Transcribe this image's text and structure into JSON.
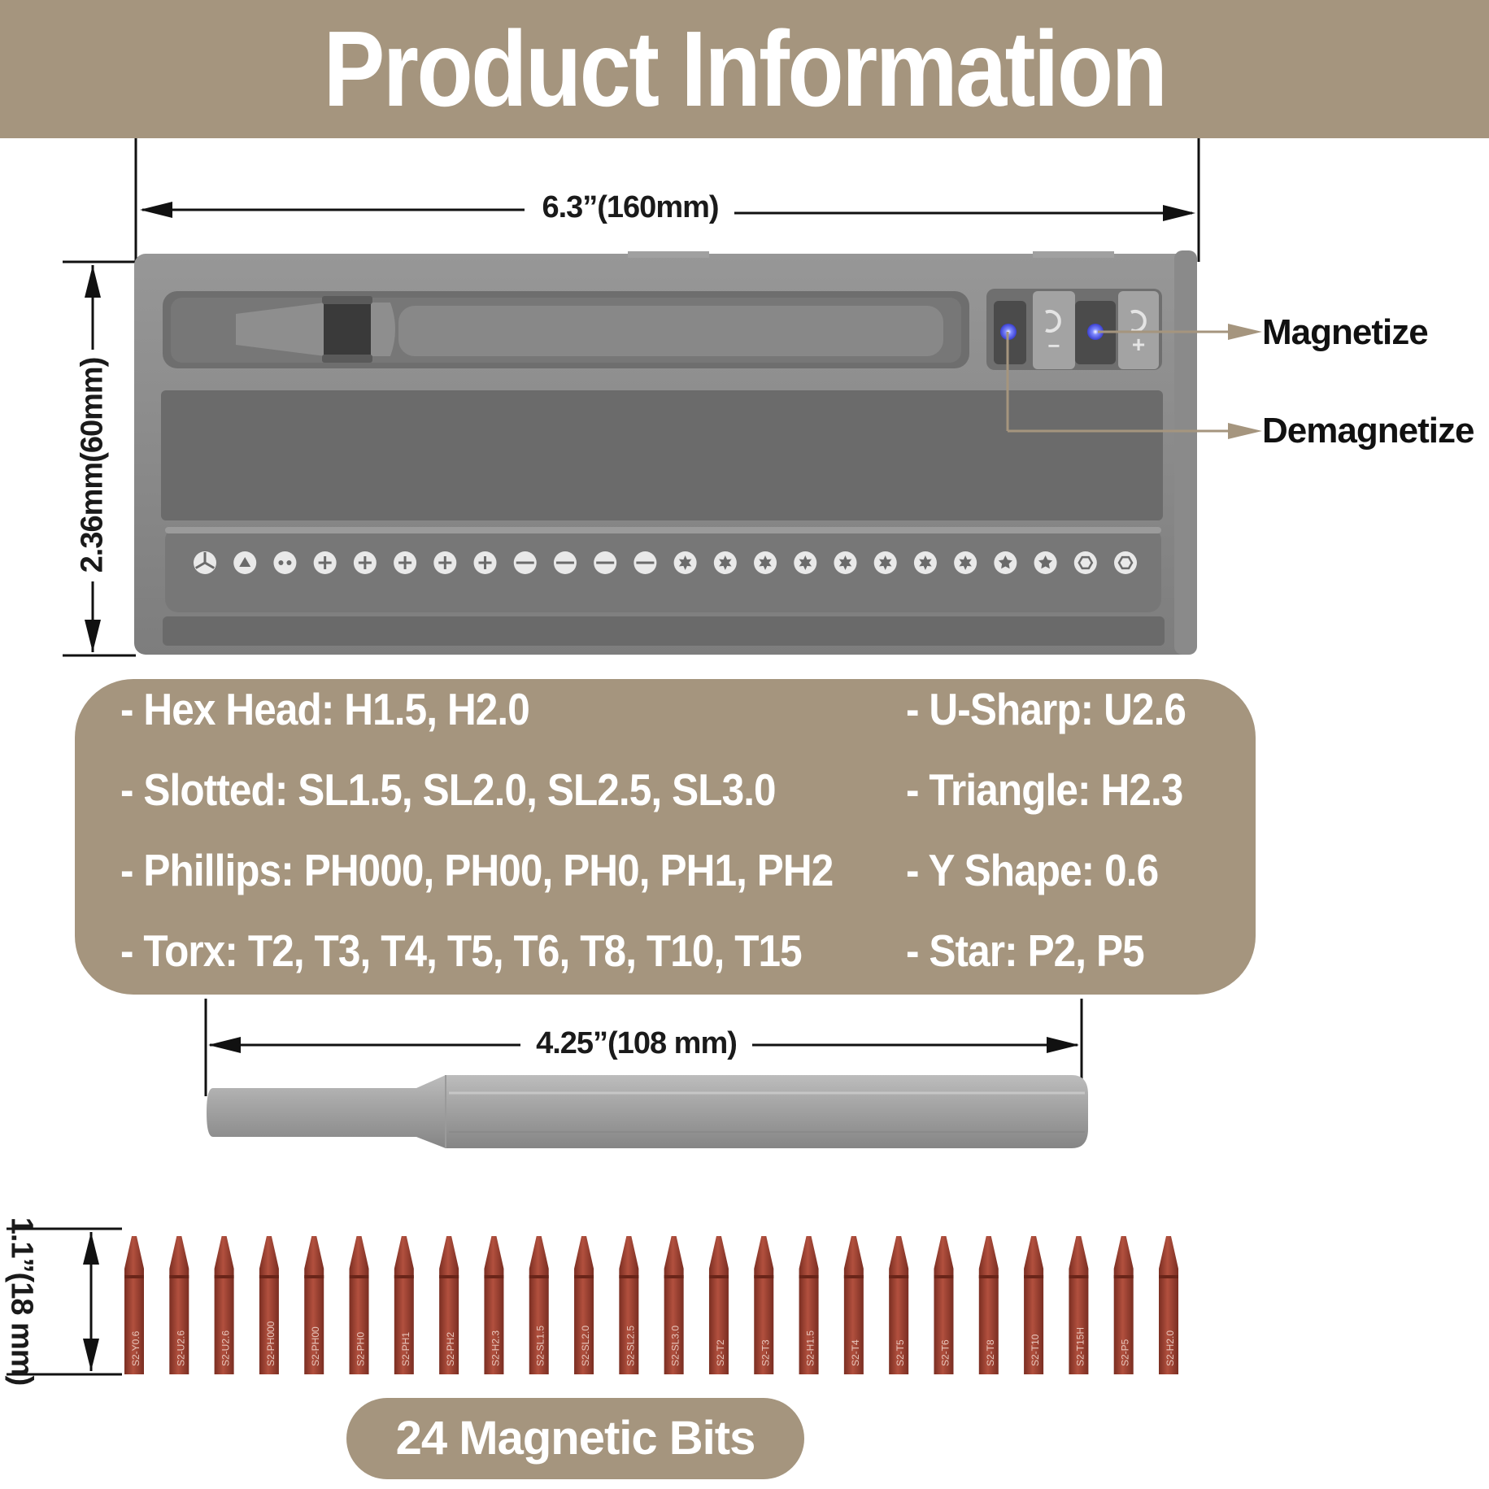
{
  "header": {
    "title": "Product Information"
  },
  "dimensions": {
    "case_width": "6.3”(160mm)",
    "case_height": "2.36mm(60mm)",
    "handle_length": "4.25”(108 mm)",
    "bit_length": "1.1”(18 mm)"
  },
  "callouts": {
    "magnetize": "Magnetize",
    "demagnetize": "Demagnetize"
  },
  "magnetizer": {
    "minus": "−",
    "plus": "+"
  },
  "specs": {
    "left": [
      "- Hex Head: H1.5, H2.0",
      "- Slotted: SL1.5, SL2.0, SL2.5, SL3.0",
      "- Phillips: PH000, PH00, PH0, PH1, PH2",
      "- Torx: T2, T3, T4, T5, T6, T8, T10, T15"
    ],
    "right": [
      "- U-Sharp: U2.6",
      "- Triangle: H2.3",
      "- Y Shape: 0.6",
      "- Star: P2, P5"
    ]
  },
  "bits_badge": "24  Magnetic Bits",
  "bit_icons": [
    "y-shape",
    "triangle",
    "two-dot",
    "phillips",
    "phillips",
    "phillips",
    "phillips",
    "phillips",
    "slotted",
    "slotted",
    "slotted",
    "slotted",
    "torx",
    "torx",
    "torx",
    "torx",
    "torx",
    "torx",
    "torx",
    "torx",
    "star",
    "star",
    "hex",
    "hex"
  ],
  "bit_labels": [
    "S2-Y0.6",
    "S2-U2.6",
    "S2-U2.6",
    "S2-PH000",
    "S2-PH00",
    "S2-PH0",
    "S2-PH1",
    "S2-PH2",
    "S2-H2.3",
    "S2-SL1.5",
    "S2-SL2.0",
    "S2-SL2.5",
    "S2-SL3.0",
    "S2-T2",
    "S2-T3",
    "S2-H1.5",
    "S2-T4",
    "S2-T5",
    "S2-T6",
    "S2-T8",
    "S2-T10",
    "S2-T15H",
    "S2-P5",
    "S2-H2.0"
  ],
  "colors": {
    "accent": "#a5957e",
    "case": "#8c8c8c",
    "bit": "#9a3f30",
    "led": "#4f5cff"
  }
}
